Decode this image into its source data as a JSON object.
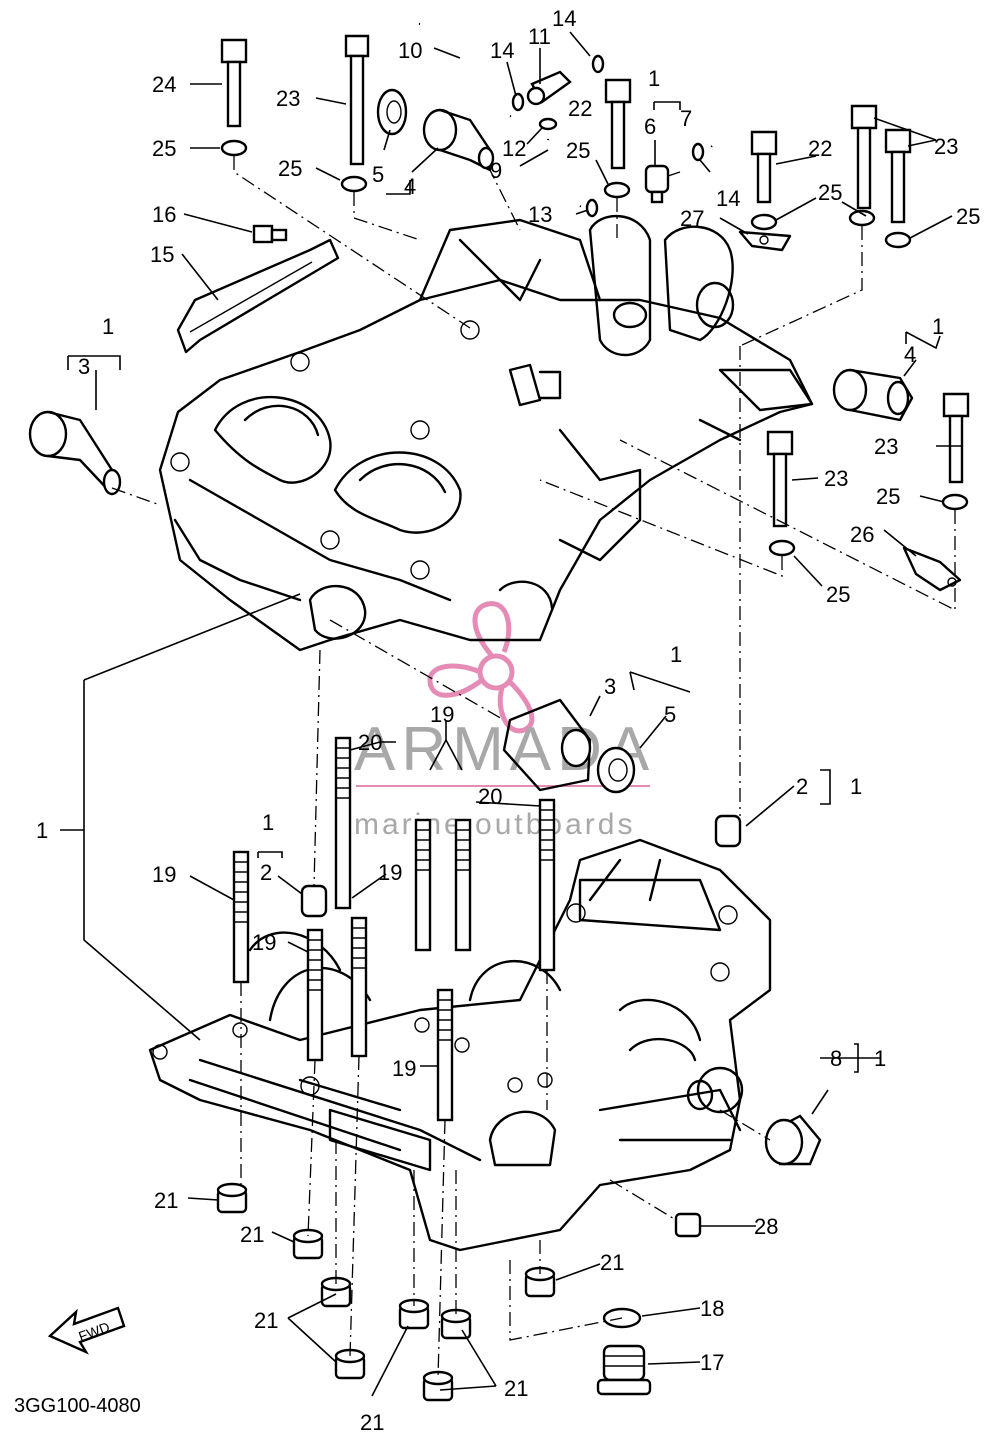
{
  "drawing_code": "3GG100-4080",
  "watermark": {
    "brand": "ARMADA",
    "tagline": "marine outboards",
    "logo_color": "#e58bb5",
    "text_color": "#a8a8a8"
  },
  "direction_arrow": {
    "text": "FWD",
    "icon": "fwd-arrow-icon"
  },
  "callouts": {
    "c1a": "1",
    "c1b": "1",
    "c1c": "1",
    "c1d": "1",
    "c1e": "1",
    "c1f": "1",
    "c1g": "1",
    "c1h": "1",
    "c2a": "2",
    "c2b": "2",
    "c3a": "3",
    "c3b": "3",
    "c4a": "4",
    "c4b": "4",
    "c5a": "5",
    "c5b": "5",
    "c6": "6",
    "c7": "7",
    "c8": "8",
    "c9": "9",
    "c10": "10",
    "c11": "11",
    "c12a": "12",
    "c12b": "22",
    "c13": "13",
    "c14a": "14",
    "c14b": "14",
    "c14c": "14",
    "c15": "15",
    "c16": "16",
    "c17": "17",
    "c18": "18",
    "c19a": "19",
    "c19b": "19",
    "c19c": "19",
    "c19d": "19",
    "c19e": "19",
    "c20a": "20",
    "c20b": "20",
    "c21a": "21",
    "c21b": "21",
    "c21c": "21",
    "c21d": "21",
    "c21e": "21",
    "c21f": "21",
    "c22": "22",
    "c23a": "23",
    "c23b": "23",
    "c23c": "23",
    "c23d": "23",
    "c24": "24",
    "c25a": "25",
    "c25b": "25",
    "c25c": "25",
    "c25d": "25",
    "c25e": "25",
    "c25f": "25",
    "c25g": "25",
    "c26": "26",
    "c27": "27",
    "c28": "28"
  }
}
